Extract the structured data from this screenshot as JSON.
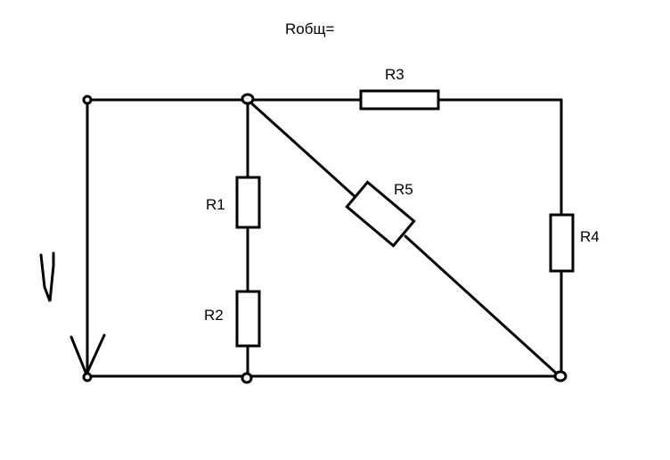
{
  "formula": {
    "text": "Rобщ="
  },
  "resistors": {
    "r1": "R1",
    "r2": "R2",
    "r3": "R3",
    "r4": "R4",
    "r5": "R5"
  },
  "colors": {
    "ink": "#000000",
    "background": "#ffffff"
  }
}
